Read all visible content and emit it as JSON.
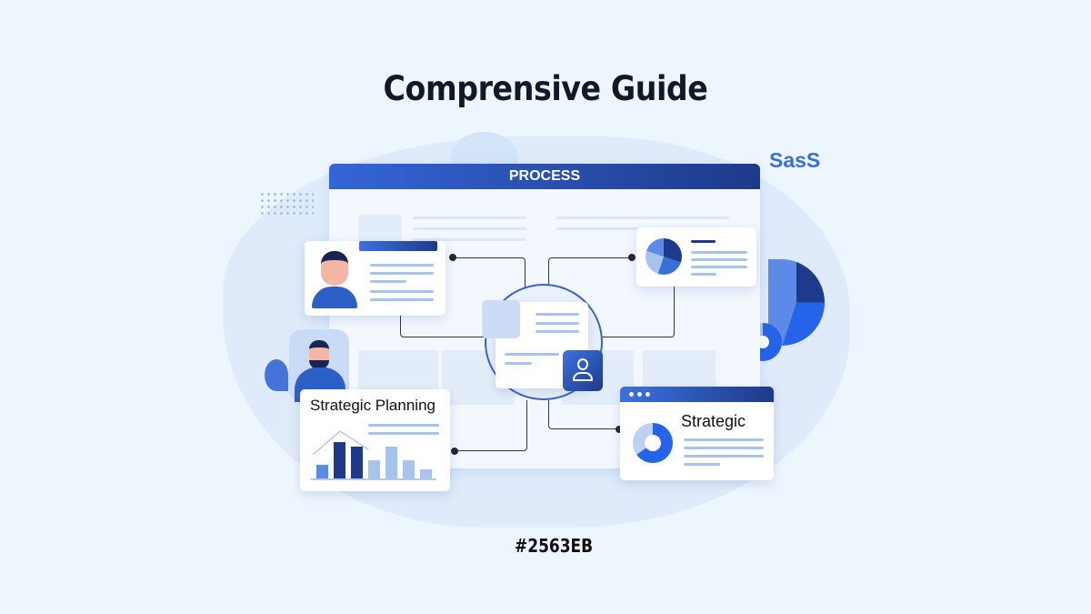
{
  "title": "Comprensive Guide",
  "brand": "SasS",
  "window": {
    "header": "PROCESS"
  },
  "cards": {
    "planning": {
      "title": "Strategic Planning"
    },
    "strategic": {
      "title": "Strategic"
    }
  },
  "footer": {
    "color_code": "#2563EB"
  },
  "colors": {
    "accent": "#2563EB",
    "dark": "#1e3a8a",
    "light": "#dbe8f9"
  },
  "chart_data": {
    "type": "bar",
    "values": [
      3,
      8,
      7,
      4,
      7,
      4,
      2
    ]
  }
}
